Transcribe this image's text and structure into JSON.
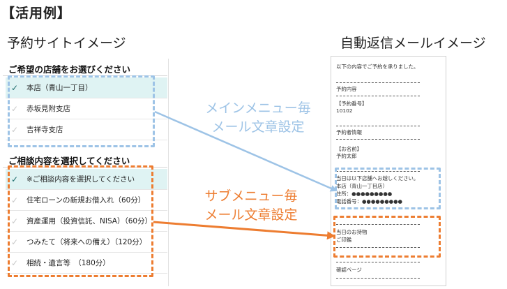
{
  "heading": "【活用例】",
  "left_title": "予約サイトイメージ",
  "right_title": "自動返信メールイメージ",
  "site": {
    "store_section_title": "ご希望の店舗をお選びください",
    "stores": [
      {
        "label": "本店（青山一丁目）",
        "selected": true
      },
      {
        "label": "赤坂見附支店",
        "selected": false
      },
      {
        "label": "吉祥寺支店",
        "selected": false
      }
    ],
    "consult_section_title": "ご相談内容を選択してください",
    "consults": [
      {
        "label": "※ご相談内容を選択してください",
        "selected": true
      },
      {
        "label": "住宅ローンの新規お借入れ（60分）",
        "selected": false
      },
      {
        "label": "資産運用（投資信託、NISA）（60分）",
        "selected": false
      },
      {
        "label": "つみたて（将来への備え）（120分）",
        "selected": false
      },
      {
        "label": "相続・遺言等　（180分）",
        "selected": false
      }
    ],
    "check_glyph": "✓"
  },
  "callouts": {
    "main_line1": "メインメニュー毎",
    "main_line2": "メール文章設定",
    "sub_line1": "サブメニュー毎",
    "sub_line2": "メール文章設定"
  },
  "mail": {
    "intro": "以下の内容でご予約を承りました。",
    "reservation_heading": "予約内容",
    "number_label": "【予約番号】",
    "number_value": "10102",
    "person_heading": "予約者情報",
    "name_label": "【お名前】",
    "name_value": "予約太郎",
    "store_note": "当日は以下店舗へお越しください。",
    "store_name": "本店（青山一丁目店）",
    "address": "住所：●●●●●●●●●",
    "phone": "電話番号：●●●●●●●●●",
    "belongings_label": "当日のお持物",
    "belongings_value": "ご印鑑",
    "confirm_page": "確認ページ"
  },
  "colors": {
    "blue_accent": "#9dc3e6",
    "orange_accent": "#ed7d31",
    "selected_row": "#dff3f3"
  }
}
